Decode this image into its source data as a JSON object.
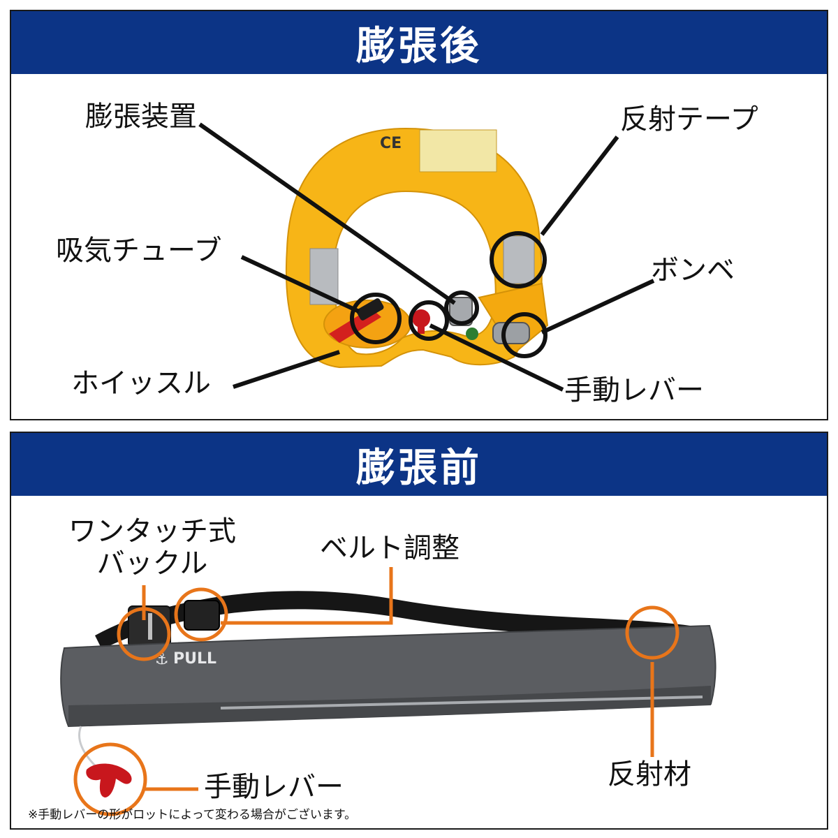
{
  "after": {
    "title": "膨張後",
    "ce_mark": "CE",
    "labels": {
      "inflator": "膨張装置",
      "reflective_tape": "反射テープ",
      "inflation_tube": "吸気チューブ",
      "cylinder": "ボンベ",
      "whistle": "ホイッスル",
      "manual_lever": "手動レバー"
    }
  },
  "before": {
    "title": "膨張前",
    "pull_text": "PULL",
    "labels": {
      "buckle_line1": "ワンタッチ式",
      "buckle_line2": "バックル",
      "belt_adjust": "ベルト調整",
      "manual_lever": "手動レバー",
      "reflective_material": "反射材"
    },
    "note": "※手動レバーの形がロットによって変わる場合がございます。"
  },
  "colors": {
    "header_bg": "#0c3486",
    "callout_after": "#111111",
    "callout_before": "#e8751a",
    "vest_yellow": "#f7b517",
    "belt_gray": "#5b5d61",
    "lever_red": "#c8171d"
  }
}
